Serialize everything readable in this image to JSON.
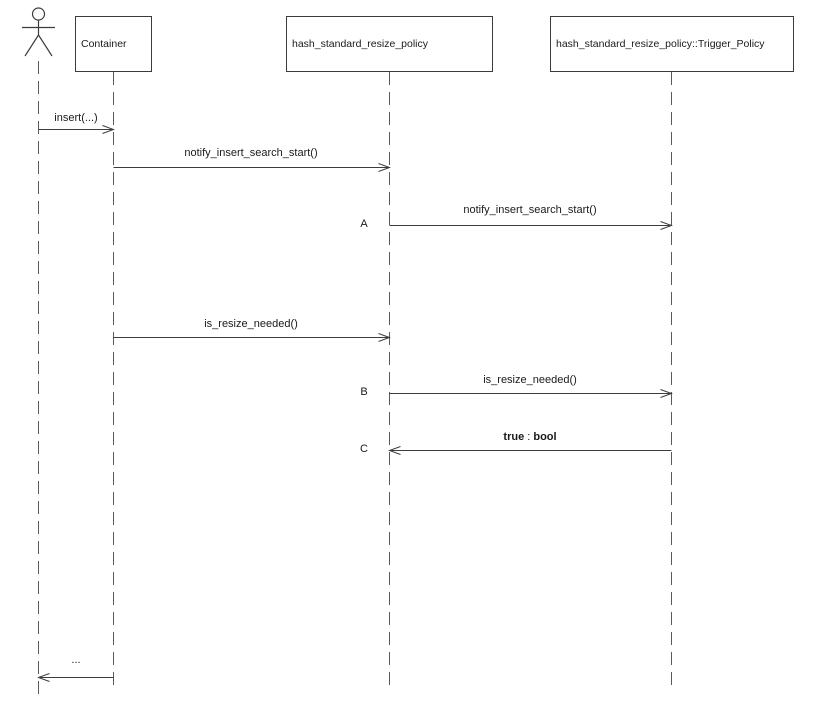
{
  "diagram": {
    "kind": "uml-sequence-diagram",
    "colors": {
      "background": "#ffffff",
      "arrow_line": "#3d3d3d",
      "lifeline": "#5a5a5a",
      "box_border": "#3b3b3b",
      "text": "#1a1a1a"
    },
    "participants": [
      {
        "id": "user",
        "kind": "actor",
        "label": ""
      },
      {
        "id": "container",
        "kind": "object",
        "label": "Container"
      },
      {
        "id": "resize_policy",
        "kind": "object",
        "label": "hash_standard_resize_policy"
      },
      {
        "id": "trigger_policy",
        "kind": "object",
        "label": "hash_standard_resize_policy::Trigger_Policy"
      }
    ],
    "messages": [
      {
        "label": "insert(...)",
        "from": "user",
        "to": "container",
        "marker": "",
        "kind": "call"
      },
      {
        "label": "notify_insert_search_start()",
        "from": "container",
        "to": "resize_policy",
        "marker": "",
        "kind": "call"
      },
      {
        "label": "notify_insert_search_start()",
        "from": "resize_policy",
        "to": "trigger_policy",
        "marker": "A",
        "kind": "call"
      },
      {
        "label": "is_resize_needed()",
        "from": "container",
        "to": "resize_policy",
        "marker": "",
        "kind": "call"
      },
      {
        "label": "is_resize_needed()",
        "from": "resize_policy",
        "to": "trigger_policy",
        "marker": "B",
        "kind": "call"
      },
      {
        "label_value": "true",
        "label_separator": " : ",
        "label_type": "bool",
        "from": "trigger_policy",
        "to": "resize_policy",
        "marker": "C",
        "kind": "return"
      },
      {
        "label": "...",
        "from": "container",
        "to": "user",
        "marker": "",
        "kind": "return"
      }
    ]
  }
}
